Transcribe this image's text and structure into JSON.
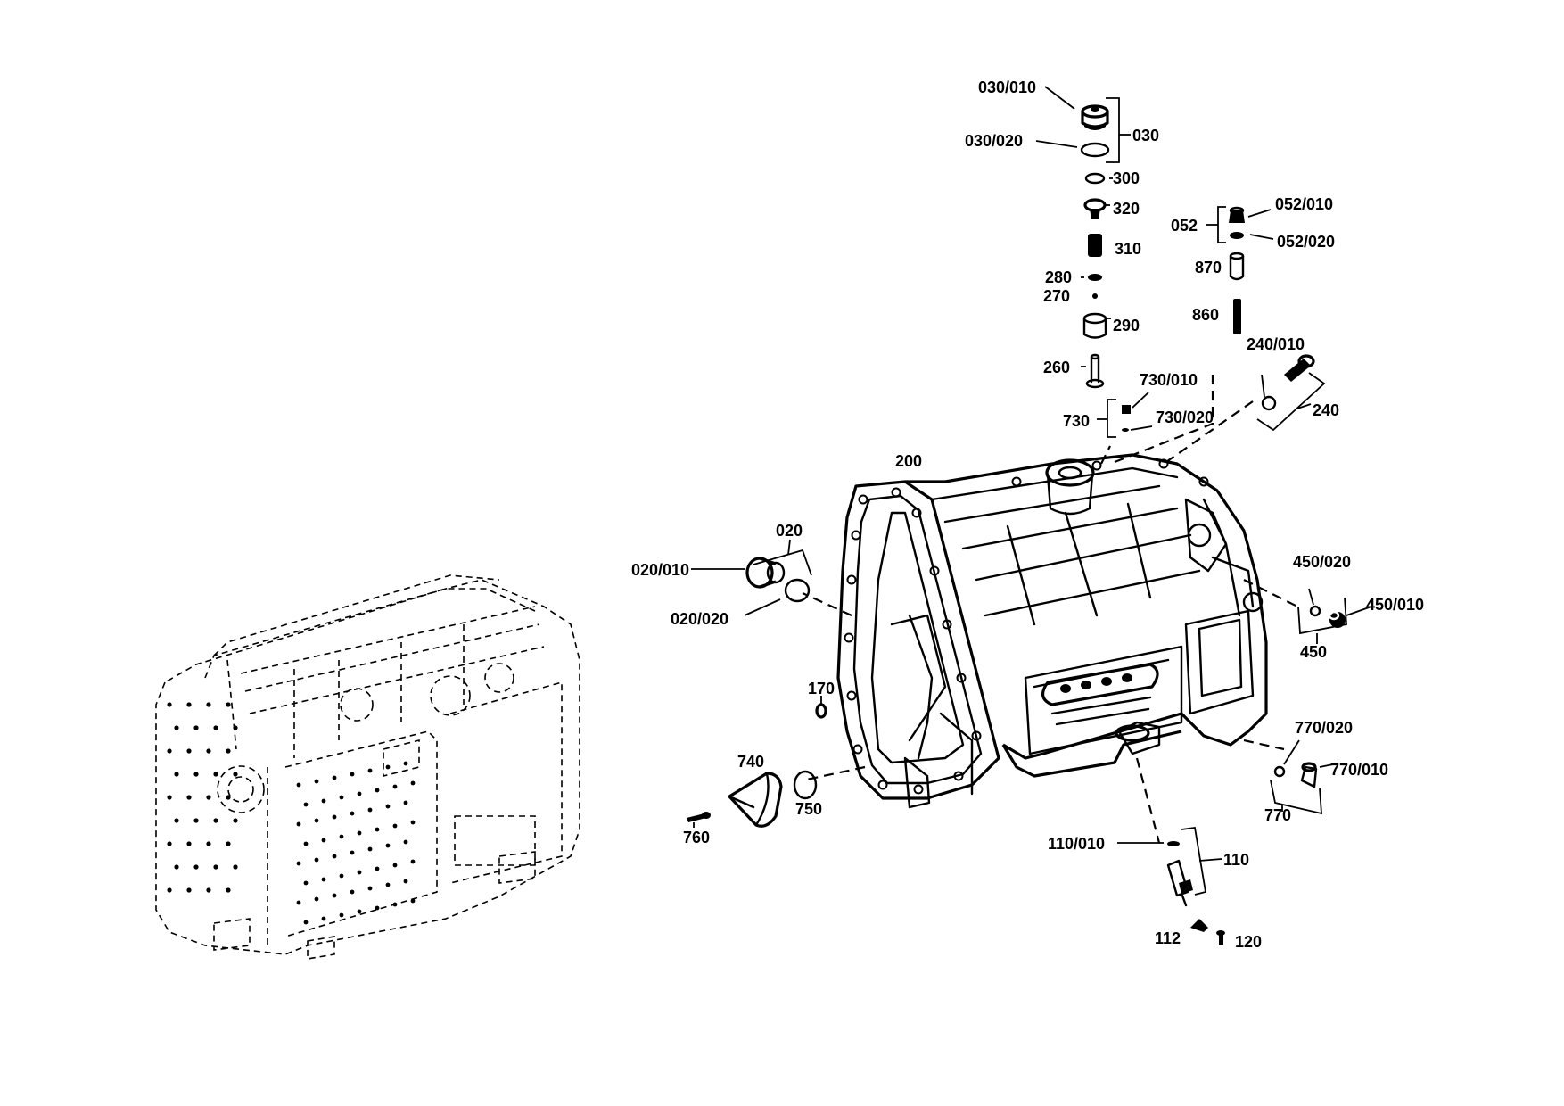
{
  "labels": {
    "l030_010": "030/010",
    "l030_020": "030/020",
    "l030": "030",
    "l300": "300",
    "l320": "320",
    "l310": "310",
    "l280": "280",
    "l270": "270",
    "l290": "290",
    "l260": "260",
    "l052": "052",
    "l052_010": "052/010",
    "l052_020": "052/020",
    "l870": "870",
    "l860": "860",
    "l240_010": "240/010",
    "l240": "240",
    "l730": "730",
    "l730_010": "730/010",
    "l730_020": "730/020",
    "l200": "200",
    "l020": "020",
    "l020_010": "020/010",
    "l020_020": "020/020",
    "l450_020": "450/020",
    "l450_010": "450/010",
    "l450": "450",
    "l170": "170",
    "l740": "740",
    "l750": "750",
    "l760": "760",
    "l770_020": "770/020",
    "l770_010": "770/010",
    "l770": "770",
    "l110_010": "110/010",
    "l110": "110",
    "l112": "112",
    "l120": "120"
  }
}
